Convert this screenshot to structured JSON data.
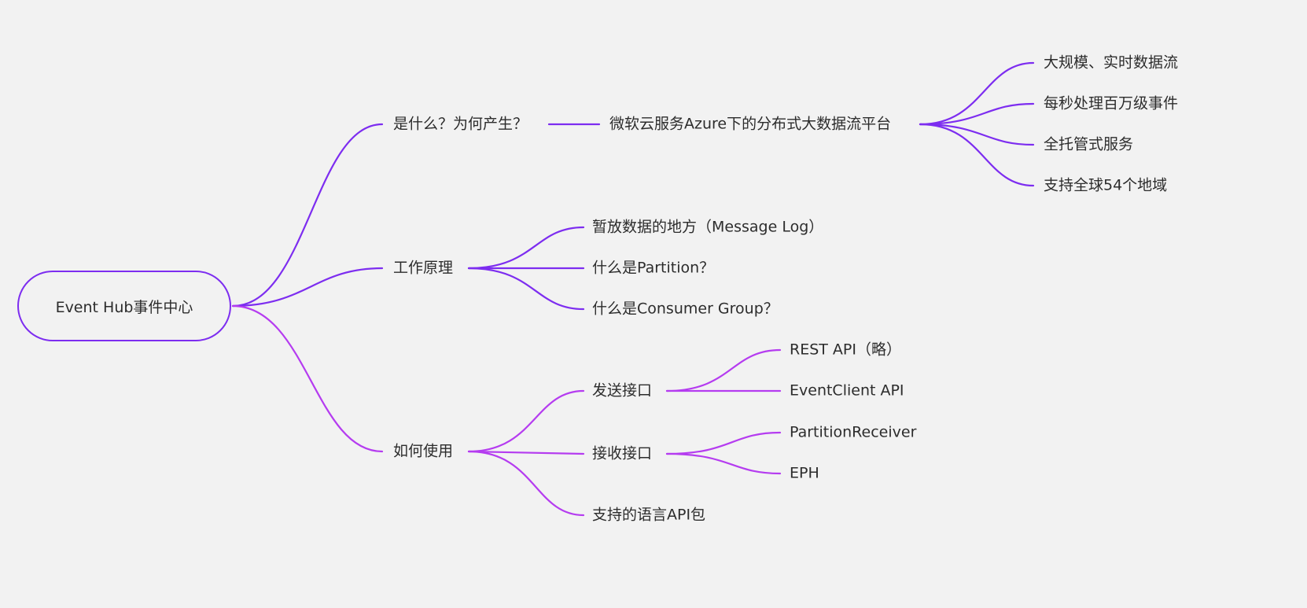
{
  "root": {
    "label": "Event Hub事件中心"
  },
  "branches": [
    {
      "label": "是什么？为何产生？",
      "children": [
        {
          "label": "微软云服务Azure下的分布式大数据流平台",
          "children": [
            {
              "label": "大规模、实时数据流"
            },
            {
              "label": "每秒处理百万级事件"
            },
            {
              "label": "全托管式服务"
            },
            {
              "label": "支持全球54个地域"
            }
          ]
        }
      ]
    },
    {
      "label": "工作原理",
      "children": [
        {
          "label": "暂放数据的地方（Message Log）"
        },
        {
          "label": "什么是Partition？"
        },
        {
          "label": "什么是Consumer Group？"
        }
      ]
    },
    {
      "label": "如何使用",
      "children": [
        {
          "label": "发送接口",
          "children": [
            {
              "label": "REST API（略）"
            },
            {
              "label": "EventClient API"
            }
          ]
        },
        {
          "label": "接收接口",
          "children": [
            {
              "label": "PartitionReceiver"
            },
            {
              "label": "EPH"
            }
          ]
        },
        {
          "label": "支持的语言API包"
        }
      ]
    }
  ],
  "colors": {
    "primary": "#7d2df0",
    "secondary": "#b53cf0",
    "background": "#f2f2f2",
    "text": "#2c2c2c"
  }
}
